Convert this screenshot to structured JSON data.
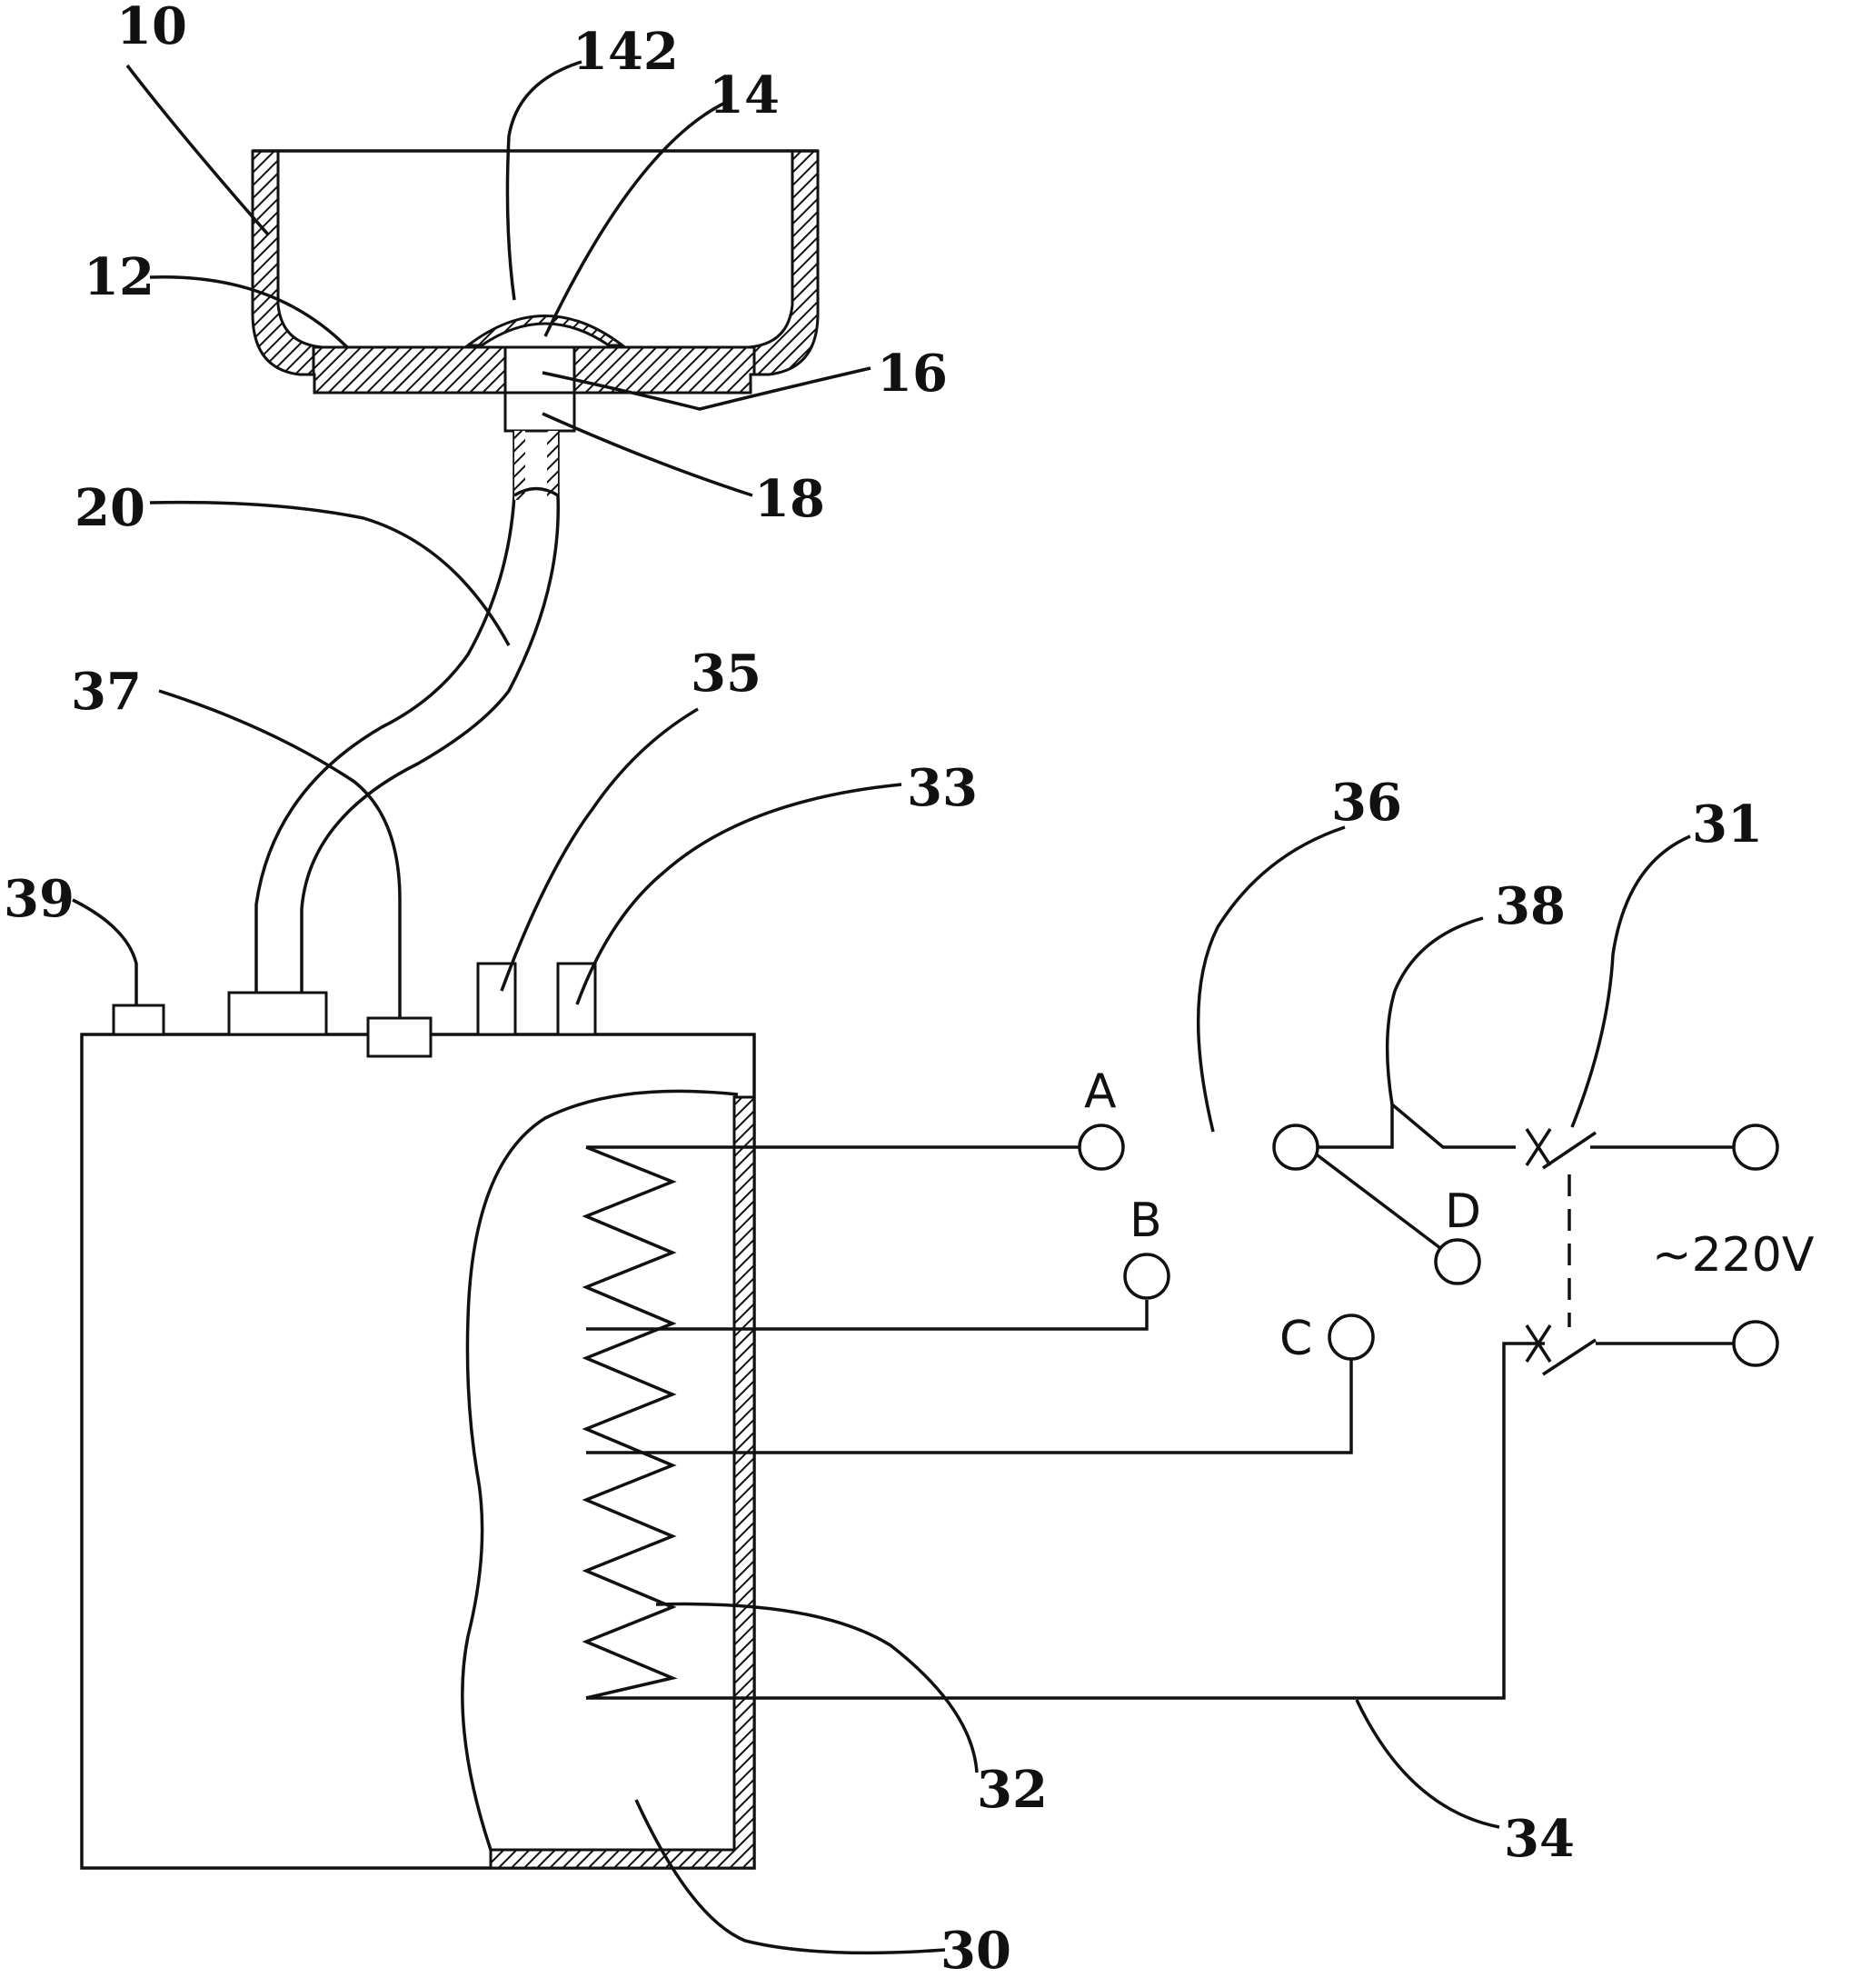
{
  "reference_numerals": {
    "n10": "10",
    "n142": "142",
    "n14": "14",
    "n12": "12",
    "n16": "16",
    "n18": "18",
    "n20": "20",
    "n37": "37",
    "n35": "35",
    "n33": "33",
    "n36": "36",
    "n31": "31",
    "n38": "38",
    "n39": "39",
    "n32": "32",
    "n34": "34",
    "n30": "30"
  },
  "terminals": {
    "a": "A",
    "b": "B",
    "c": "C",
    "d": "D"
  },
  "supply": "~220V"
}
